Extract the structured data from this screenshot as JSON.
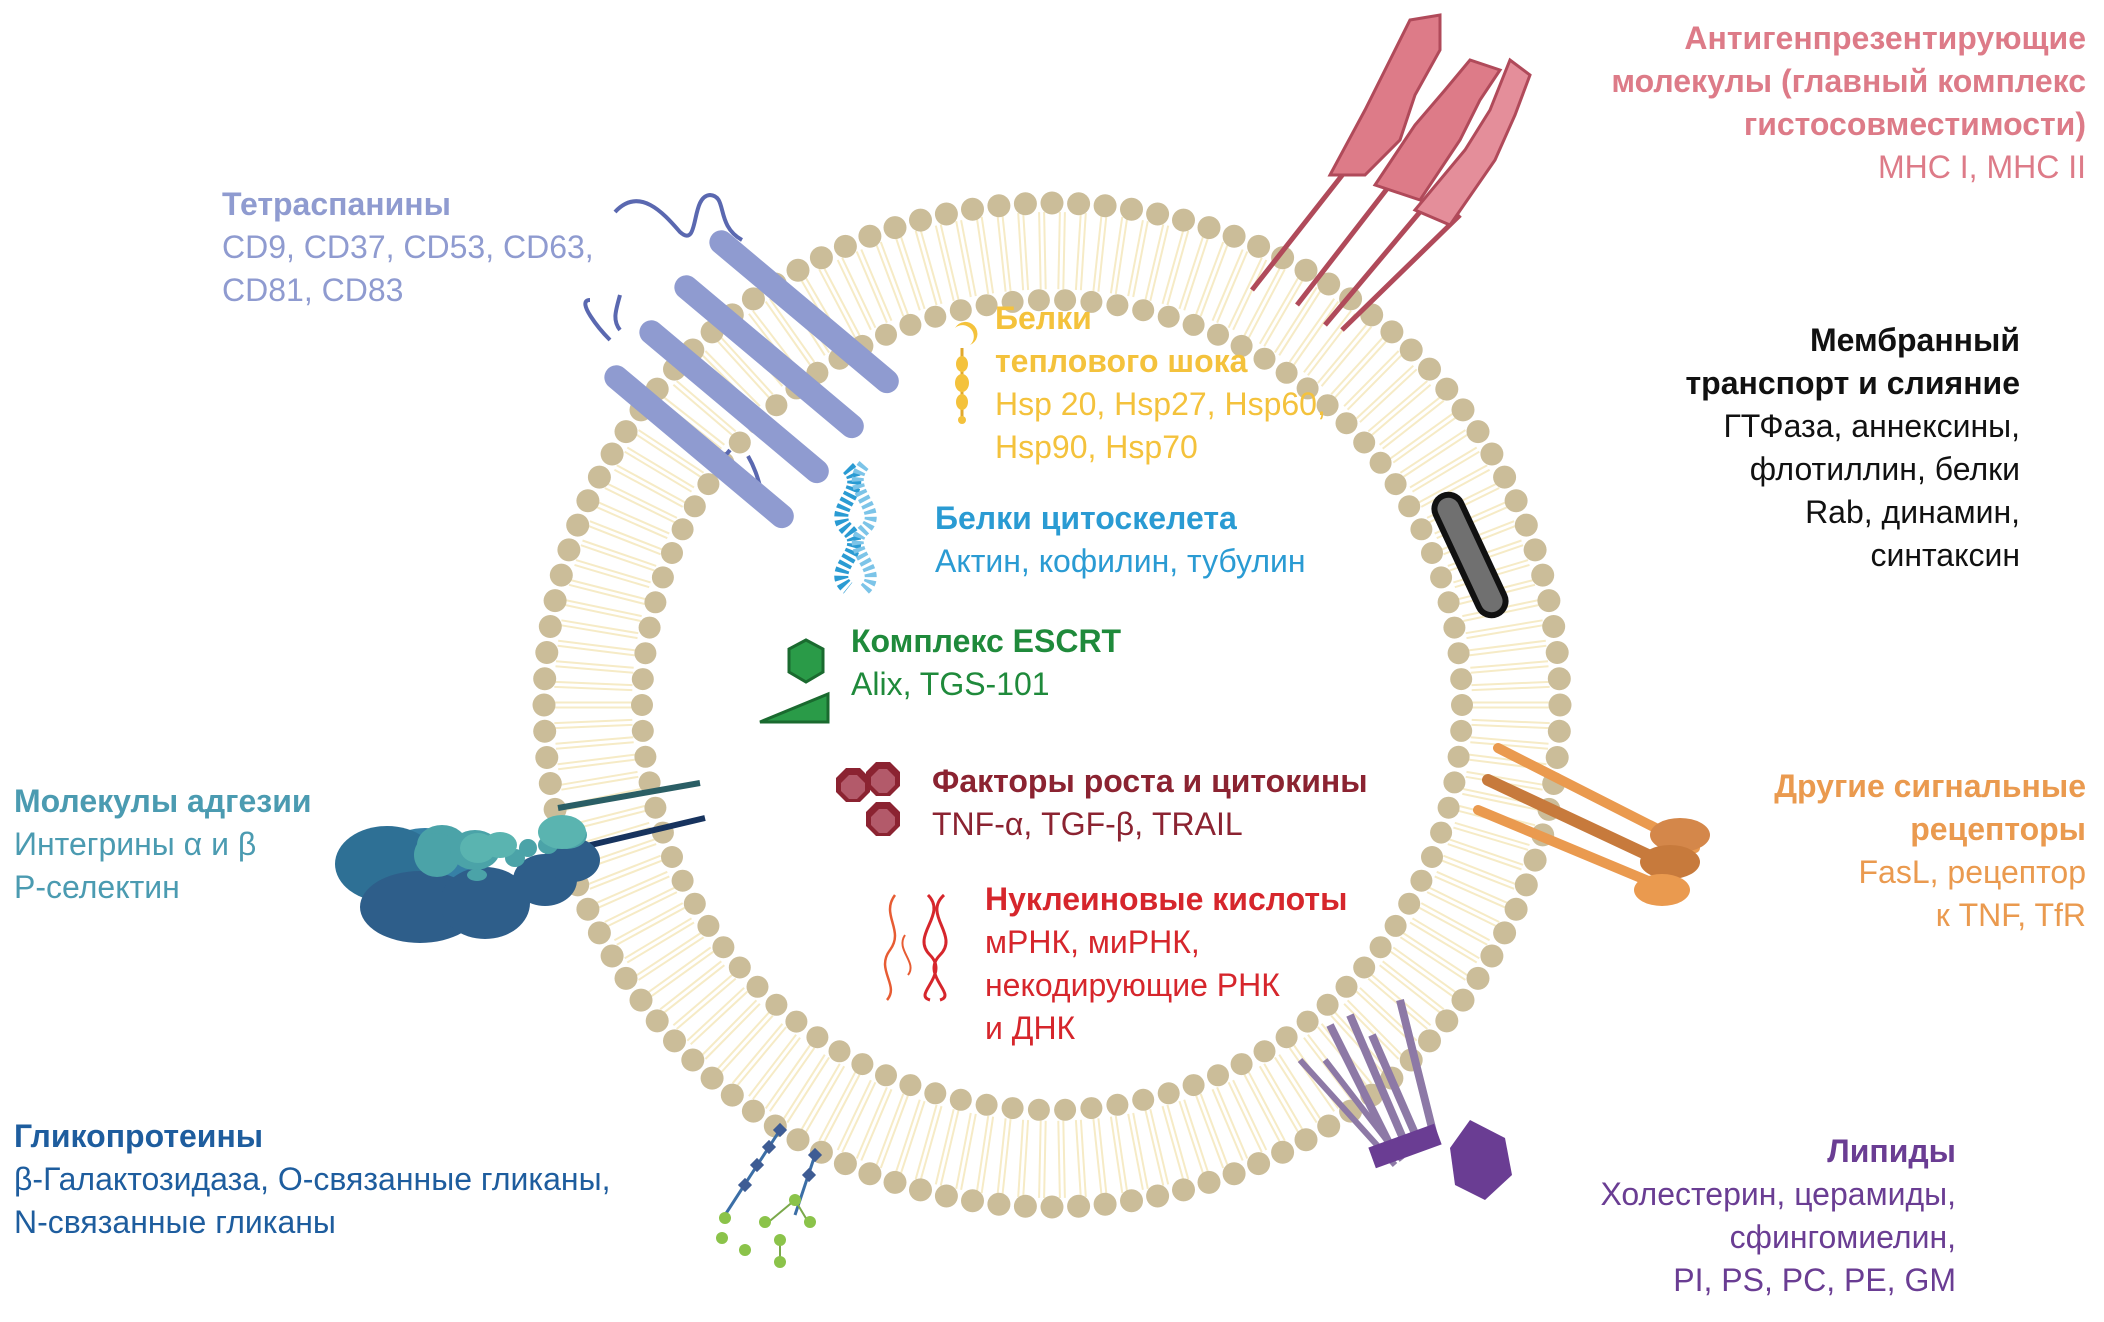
{
  "colors": {
    "tetraspanins": "#8f9bd0",
    "mhc": "#dd7b88",
    "heat_shock": "#f4c23c",
    "cytoskeleton": "#2a9bd3",
    "escrt": "#1f8a3b",
    "growth_factors": "#8b2331",
    "nucleic_acids": "#d6262c",
    "membrane_transport": "#111111",
    "other_receptors": "#ea9a4f",
    "adhesion": "#4b9bb1",
    "glycoproteins": "#1e5d9e",
    "lipids": "#6a3d93",
    "membrane_head": "#cbbd99",
    "membrane_tail": "#f6ebc6"
  },
  "labels": {
    "tetraspanins": {
      "title": "Тетраспанины",
      "lines": [
        "CD9, CD37, CD53, CD63,",
        "CD81, CD83"
      ]
    },
    "mhc": {
      "title_lines": [
        "Антигенпрезентирующие",
        "молекулы (главный комплекс",
        "гистосовместимости)"
      ],
      "lines": [
        "MHC I, MHC II"
      ]
    },
    "heat_shock": {
      "title_lines": [
        "Белки",
        "теплового шока"
      ],
      "lines": [
        "Hsp 20, Hsp27, Hsp60,",
        "Hsp90, Hsp70"
      ]
    },
    "membrane_transport": {
      "title_lines": [
        "Мембранный",
        "транспорт и слияние"
      ],
      "lines": [
        "ГТФаза, аннексины,",
        "флотиллин, белки",
        "Rab, динамин,",
        "синтаксин"
      ]
    },
    "cytoskeleton": {
      "title": "Белки цитоскелета",
      "lines": [
        "Актин, кофилин, тубулин"
      ]
    },
    "escrt": {
      "title": "Комплекс ESCRT",
      "lines": [
        "Alix, TGS-101"
      ]
    },
    "adhesion": {
      "title": "Молекулы адгезии",
      "lines": [
        "Интегрины α и β",
        "Р-селектин"
      ]
    },
    "growth_factors": {
      "title": "Факторы роста и цитокины",
      "lines": [
        "TNF-α, TGF-β, TRAIL"
      ]
    },
    "other_receptors": {
      "title_lines": [
        "Другие сигнальные",
        "рецепторы"
      ],
      "lines": [
        "FasL, рецептор",
        "к TNF, TfR"
      ]
    },
    "nucleic_acids": {
      "title": "Нуклеиновые кислоты",
      "lines": [
        "мРНК, миРНК,",
        "некодирующие РНК",
        "и ДНК"
      ]
    },
    "glycoproteins": {
      "title": "Гликопротеины",
      "lines": [
        "β-Галактозидаза, О-связанные гликаны,",
        "N-связанные гликаны"
      ]
    },
    "lipids": {
      "title": "Липиды",
      "lines": [
        "Холестерин, церамиды,",
        "сфингомиелин,",
        "PI, PS, PC, PE, GM"
      ]
    }
  }
}
